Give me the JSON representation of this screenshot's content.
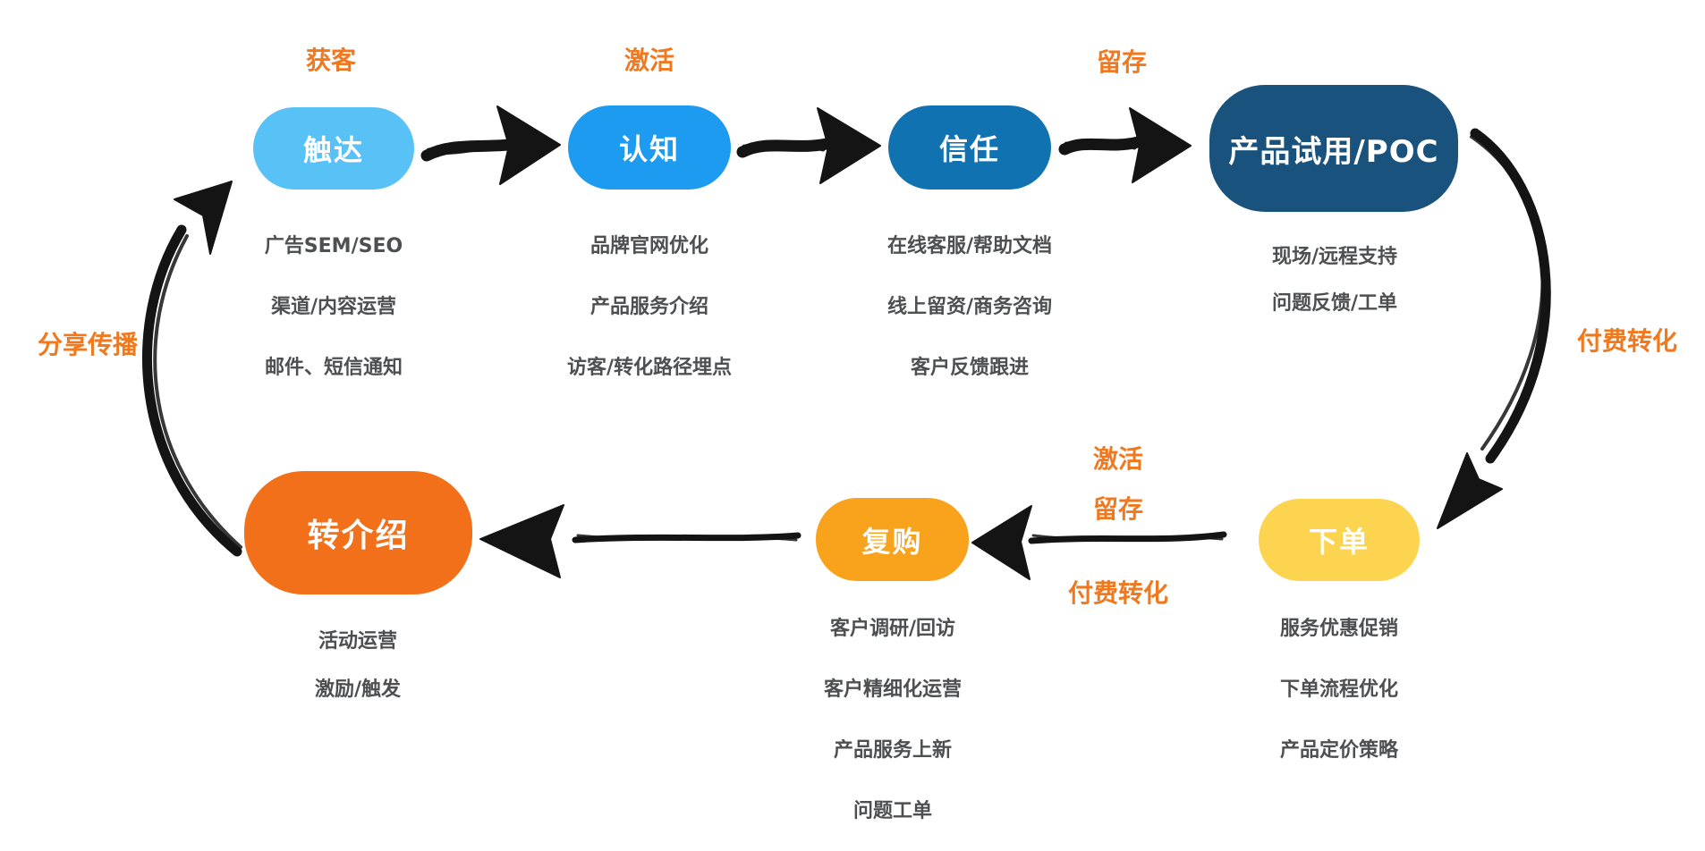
{
  "diagram": {
    "phase_labels": {
      "acquisition_top": "获客",
      "activation_top": "激活",
      "retention_top": "留存",
      "share_left": "分享传播",
      "paid_conversion_right": "付费转化",
      "activation_mid": "激活",
      "retention_mid": "留存",
      "paid_conversion_mid": "付费转化"
    },
    "nodes": [
      {
        "label": "触达",
        "items": [
          "广告SEM/SEO",
          "渠道/内容运营",
          "邮件、短信通知"
        ]
      },
      {
        "label": "认知",
        "items": [
          "品牌官网优化",
          "产品服务介绍",
          "访客/转化路径埋点"
        ]
      },
      {
        "label": "信任",
        "items": [
          "在线客服/帮助文档",
          "线上留资/商务咨询",
          "客户反馈跟进"
        ]
      },
      {
        "label": "产品试用/POC",
        "items": [
          "现场/远程支持",
          "问题反馈/工单"
        ]
      },
      {
        "label": "下单",
        "items": [
          "服务优惠促销",
          "下单流程优化",
          "产品定价策略"
        ]
      },
      {
        "label": "复购",
        "items": [
          "客户调研/回访",
          "客户精细化运营",
          "产品服务上新",
          "问题工单"
        ]
      },
      {
        "label": "转介绍",
        "items": [
          "活动运营",
          "激励/触发"
        ]
      }
    ],
    "colors": {
      "node_chuda": "#58C1F6",
      "node_renzhi": "#1D9BF0",
      "node_xinren": "#1172B2",
      "node_poc": "#19527C",
      "node_xiadan": "#FDD44F",
      "node_fugou": "#F9A21C",
      "node_zhuanjieshao": "#F3701B",
      "phase_label_orange": "#F0791F",
      "item_text_gray": "#4E4F51",
      "arrow_black": "#141414",
      "background": "#FFFFFF"
    }
  }
}
